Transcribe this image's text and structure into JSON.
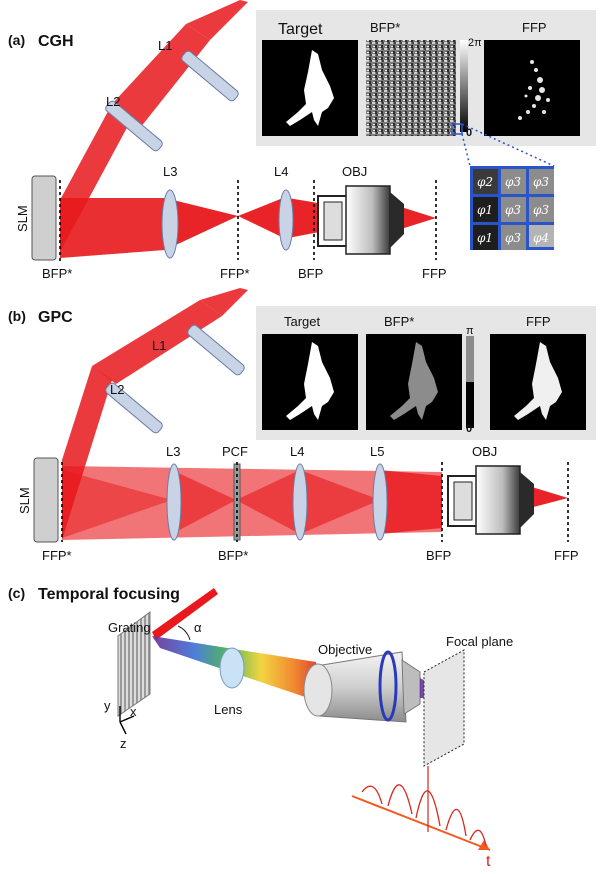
{
  "panel_a": {
    "letter": "(a)",
    "title": "CGH",
    "lenses": [
      "L1",
      "L2",
      "L3",
      "L4"
    ],
    "objective": "OBJ",
    "slm": "SLM",
    "planes": [
      "BFP*",
      "FFP*",
      "BFP",
      "FFP"
    ],
    "inset_titles": [
      "Target",
      "BFP*",
      "FFP"
    ],
    "colorbar_top": "2π",
    "colorbar_bottom": "0",
    "phase_grid": [
      "φ2",
      "φ3",
      "φ3",
      "φ1",
      "φ3",
      "φ3",
      "φ1",
      "φ3",
      "φ4"
    ]
  },
  "panel_b": {
    "letter": "(b)",
    "title": "GPC",
    "lenses": [
      "L1",
      "L2",
      "L3",
      "PCF",
      "L4",
      "L5"
    ],
    "objective": "OBJ",
    "slm": "SLM",
    "planes": [
      "FFP*",
      "BFP*",
      "BFP",
      "FFP"
    ],
    "inset_titles": [
      "Target",
      "BFP*",
      "FFP"
    ],
    "colorbar_top": "π",
    "colorbar_bottom": "0"
  },
  "panel_c": {
    "letter": "(c)",
    "title": "Temporal focusing",
    "grating": "Grating",
    "angle": "α",
    "lens": "Lens",
    "objective": "Objective",
    "focal_plane": "Focal plane",
    "axes": [
      "y",
      "x",
      "z"
    ],
    "time_axis": "t"
  },
  "colors": {
    "beam": "#e0161b",
    "lens": "#c9d3e6",
    "inset_bg": "#e6e6e6",
    "grid_border": "#2a55c8",
    "dotted": "#2a55c8"
  }
}
